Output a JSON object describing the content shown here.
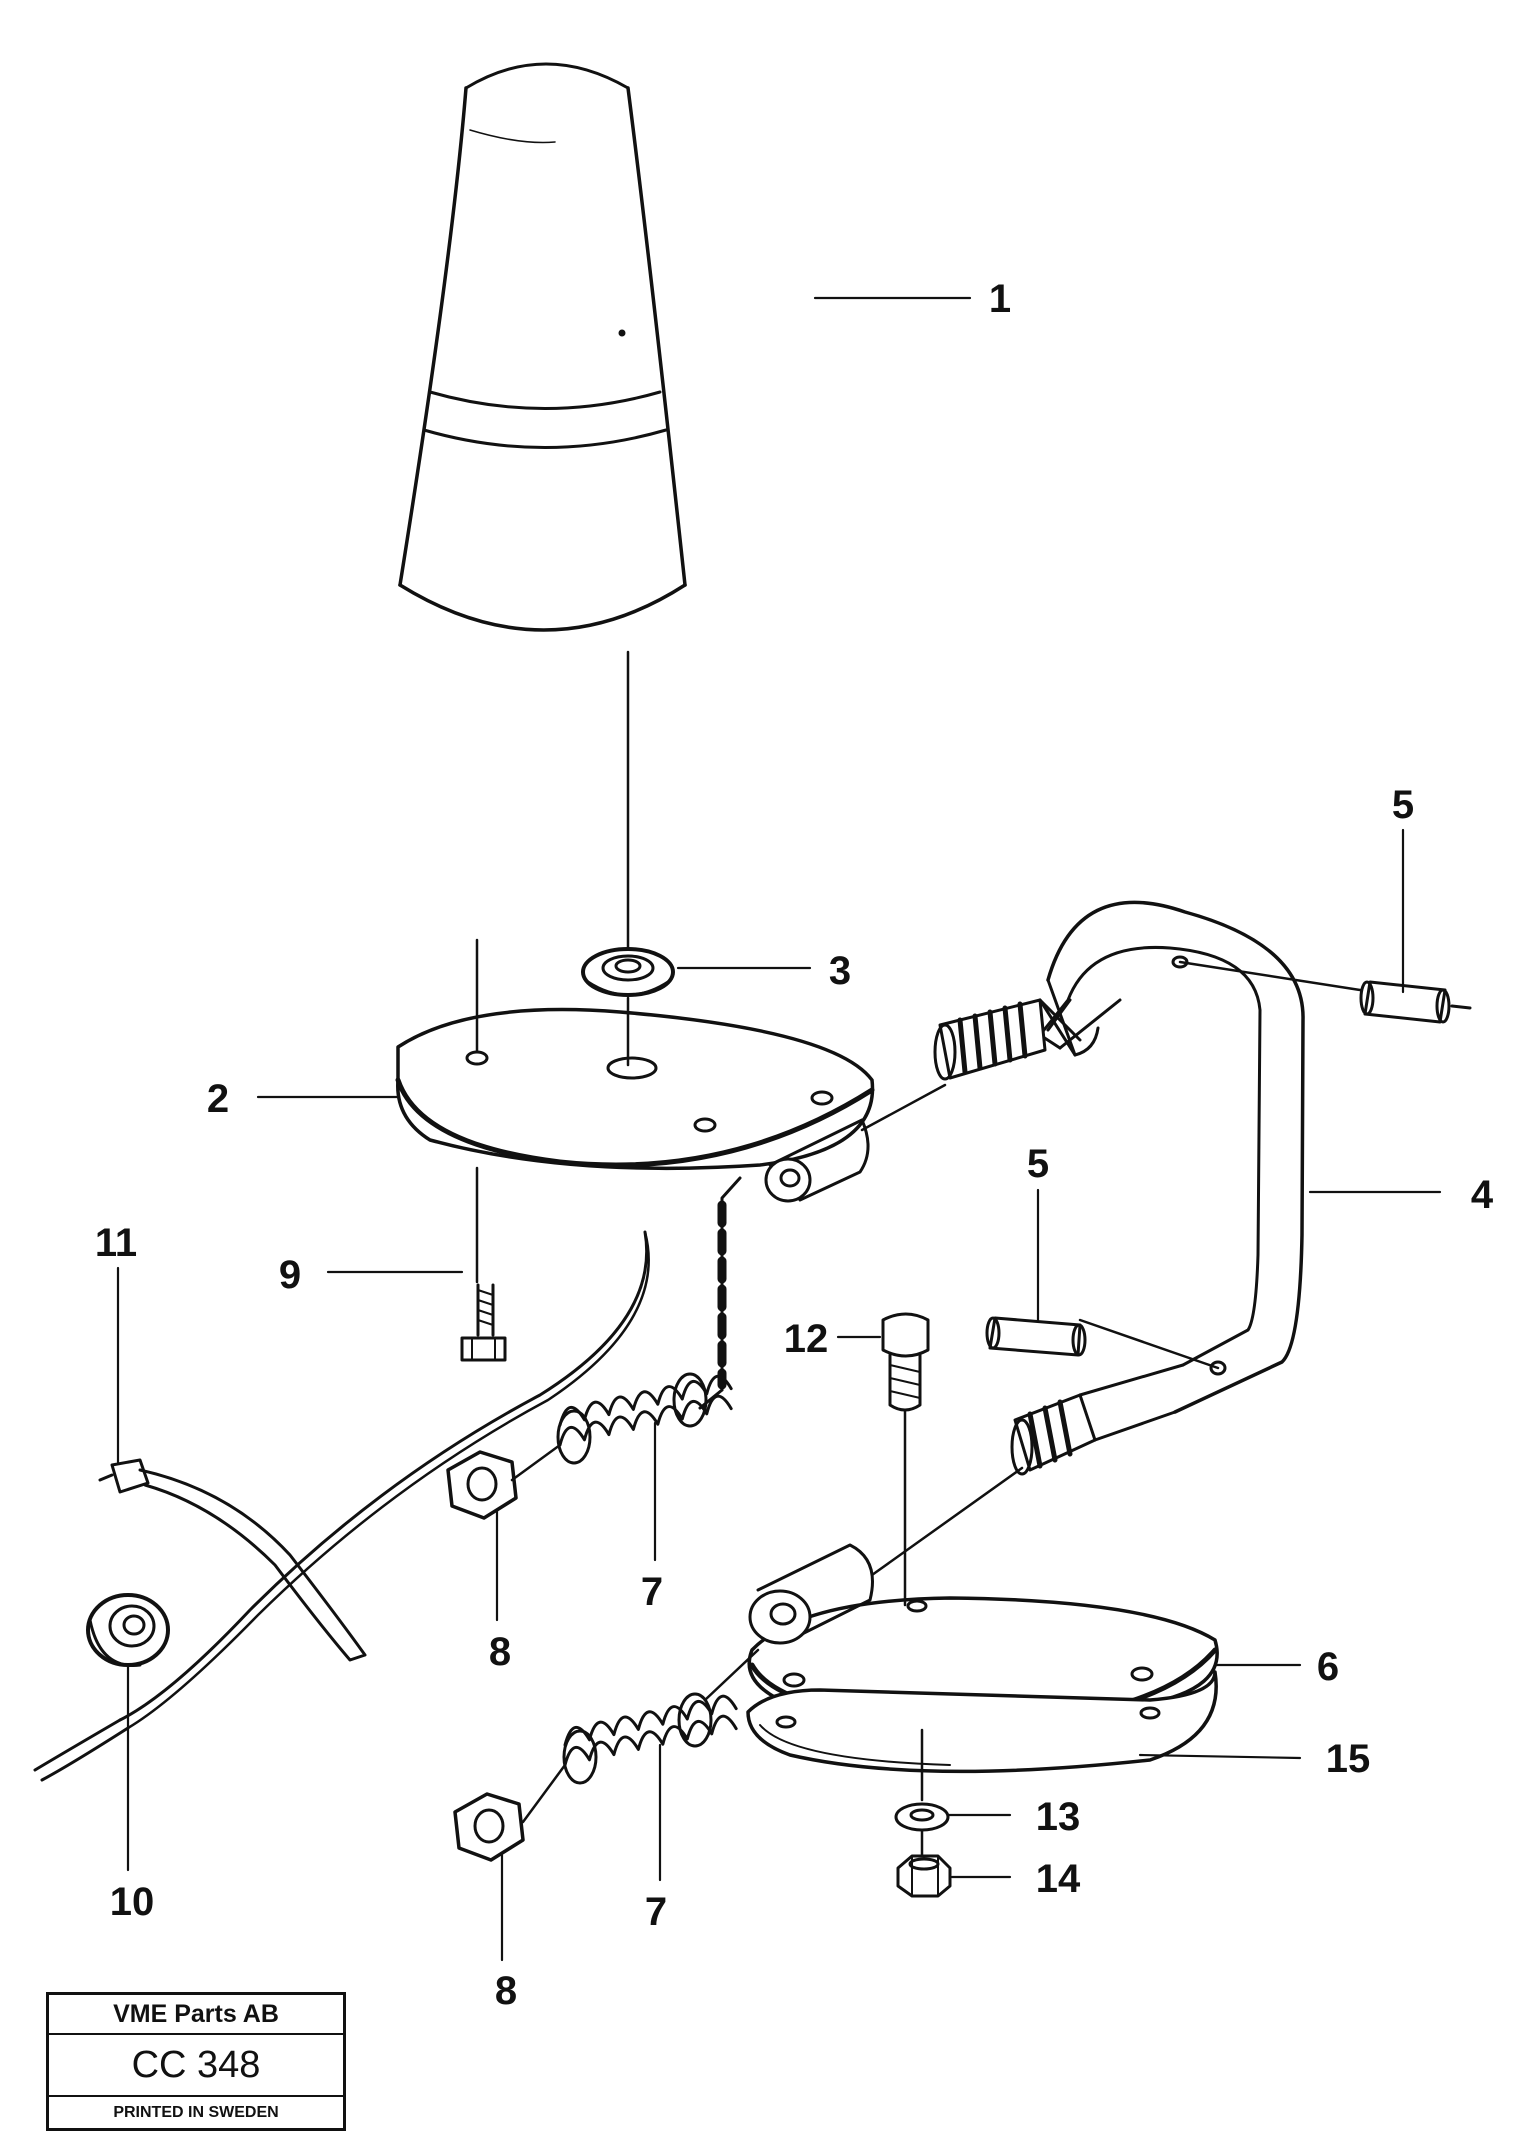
{
  "callouts": {
    "c1": "1",
    "c2": "2",
    "c3": "3",
    "c4": "4",
    "c5a": "5",
    "c5b": "5",
    "c6": "6",
    "c7a": "7",
    "c7b": "7",
    "c8a": "8",
    "c8b": "8",
    "c9": "9",
    "c10": "10",
    "c11": "11",
    "c12": "12",
    "c13": "13",
    "c14": "14",
    "c15": "15"
  },
  "stamp": {
    "company": "VME Parts AB",
    "code": "CC 348",
    "printed": "PRINTED IN SWEDEN"
  }
}
